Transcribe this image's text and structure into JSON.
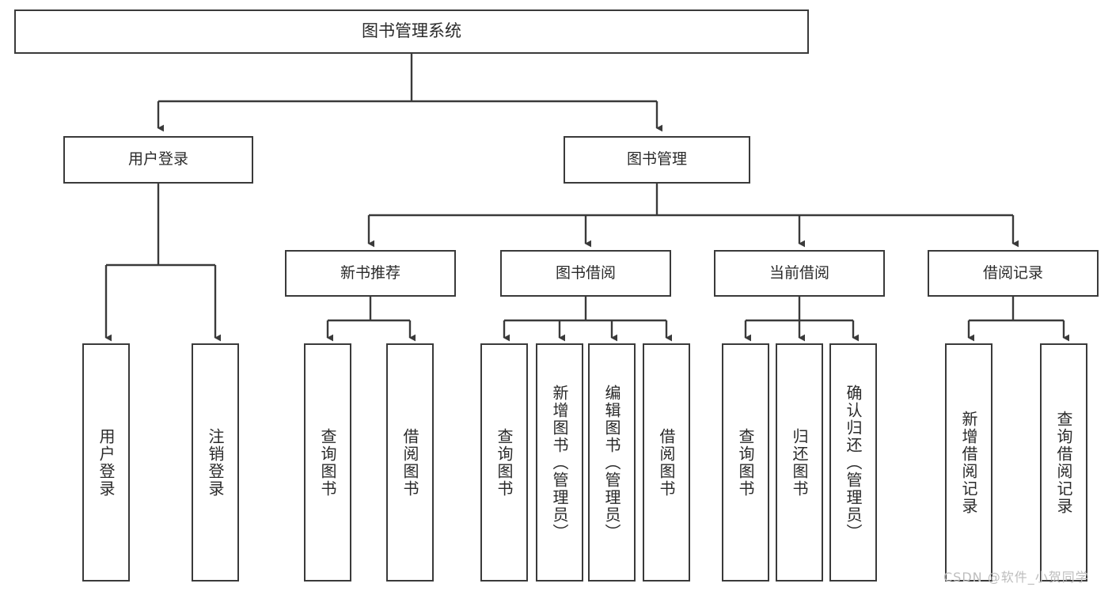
{
  "diagram": {
    "title": "图书管理系统",
    "type": "tree-hierarchy-chart",
    "root": {
      "label": "图书管理系统"
    },
    "level2": [
      {
        "label": "用户登录"
      },
      {
        "label": "图书管理"
      }
    ],
    "level3": [
      {
        "label": "新书推荐"
      },
      {
        "label": "图书借阅"
      },
      {
        "label": "当前借阅"
      },
      {
        "label": "借阅记录"
      }
    ],
    "leaves": [
      {
        "label": "用户登录"
      },
      {
        "label": "注销登录"
      },
      {
        "label": "查询图书"
      },
      {
        "label": "借阅图书"
      },
      {
        "label": "查询图书"
      },
      {
        "label": "新增图书（管理员）"
      },
      {
        "label": "编辑图书（管理员）"
      },
      {
        "label": "借阅图书"
      },
      {
        "label": "查询图书"
      },
      {
        "label": "归还图书"
      },
      {
        "label": "确认归还（管理员）"
      },
      {
        "label": "新增借阅记录"
      },
      {
        "label": "查询借阅记录"
      }
    ]
  },
  "watermark": {
    "text": "CSDN @软件_小贺同学"
  },
  "colors": {
    "stroke": "#3a3a3a",
    "text": "#2a2a2a",
    "background": "#ffffff",
    "watermark": "#bdbdbd"
  }
}
